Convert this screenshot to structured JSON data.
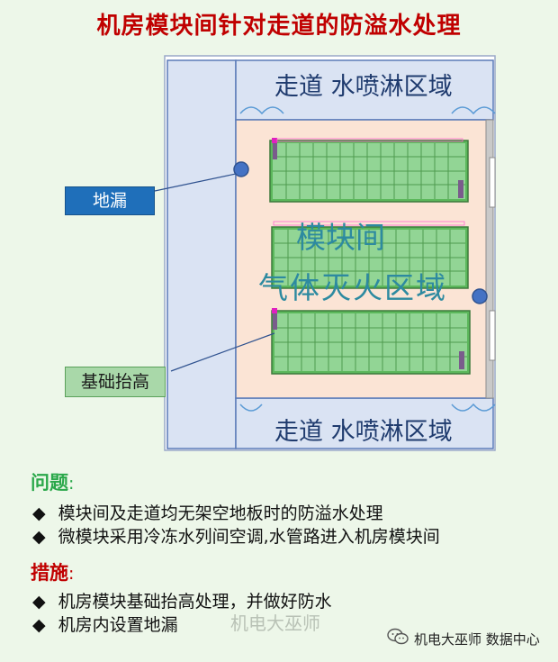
{
  "title": "机房模块间针对走道的防溢水处理",
  "diagram": {
    "corridor_top": "走道 水喷淋区域",
    "corridor_bottom": "走道 水喷淋区域",
    "module_line1": "模块间",
    "module_line2": "气体灭火区域",
    "label_floor_drain": "地漏",
    "label_raised_base": "基础抬高"
  },
  "problem": {
    "heading": "问题",
    "colon": ":",
    "items": [
      "模块间及走道均无架空地板时的防溢水处理",
      "微模块采用冷冻水列间空调,水管路进入机房模块间"
    ]
  },
  "measures": {
    "heading": "措施",
    "colon": ":",
    "items": [
      "机房模块基础抬高处理，并做好防水",
      "机房内设置地漏"
    ]
  },
  "bullet_glyph": "◆",
  "watermark": {
    "center": "机电大巫师",
    "brand": "机电大巫师 数据中心"
  },
  "colors": {
    "title": "#c00000",
    "problem_heading": "#2aa84a",
    "measures_heading": "#c00000",
    "rack_green": "#7fcc7f",
    "drain_blue": "#4472c4"
  }
}
